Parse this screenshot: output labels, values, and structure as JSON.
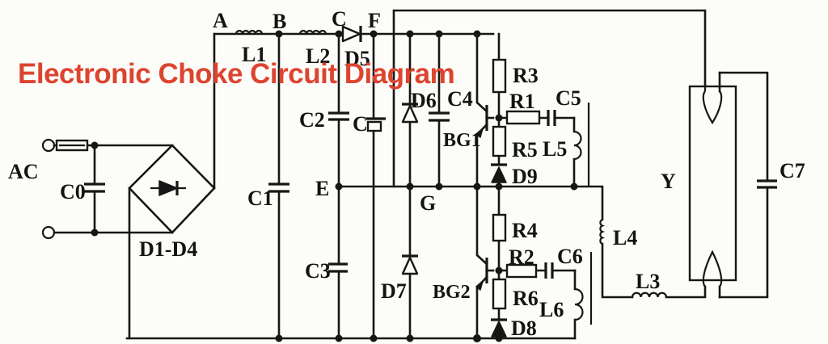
{
  "title": {
    "text": "Electronic Choke Circuit Diagram",
    "color": "#dd4430"
  },
  "colors": {
    "line": "#161616",
    "background": "#fcfcf8"
  },
  "nodes": {
    "A": "A",
    "B": "B",
    "C": "C",
    "E": "E",
    "F": "F",
    "G": "G"
  },
  "labels": {
    "ac": "AC",
    "c0": "C0",
    "bridge": "D1-D4",
    "l1": "L1",
    "l2": "L2",
    "d5": "D5",
    "c1": "C1",
    "c2": "C2",
    "c_box": "C",
    "c3": "C3",
    "d6": "D6",
    "d7": "D7",
    "c4": "C4",
    "bg1": "BG1",
    "bg2": "BG2",
    "r1": "R1",
    "r2": "R2",
    "r3": "R3",
    "r4": "R4",
    "r5": "R5",
    "r6": "R6",
    "d8": "D8",
    "d9": "D9",
    "c5": "C5",
    "c6": "C6",
    "l5": "L5",
    "l6": "L6",
    "l3": "L3",
    "l4": "L4",
    "y": "Y",
    "c7": "C7"
  }
}
